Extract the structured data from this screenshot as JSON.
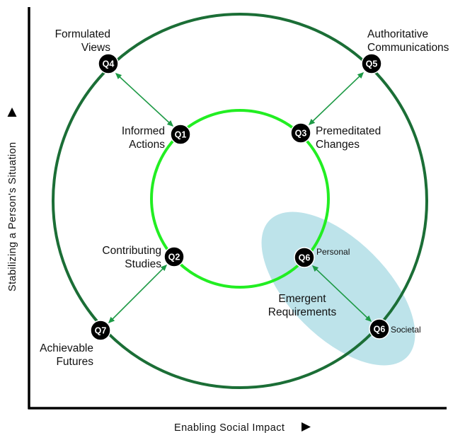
{
  "axes": {
    "x_label": "Enabling Social Impact",
    "y_label": "Stabilizing a Person's Situation",
    "x_arrow_icon": "triangle-right-icon",
    "y_arrow_icon": "triangle-up-icon"
  },
  "colors": {
    "outer_circle": "#1b6e36",
    "inner_circle": "#22ee22",
    "arrow": "#1e9a46",
    "ellipse": "#bde3ea",
    "node": "#000000"
  },
  "nodes": {
    "q1": "Q1",
    "q2": "Q2",
    "q3": "Q3",
    "q4": "Q4",
    "q5": "Q5",
    "q6_personal": "Q6",
    "q6_societal": "Q6",
    "q7": "Q7"
  },
  "labels": {
    "formulated_views": [
      "Formulated",
      "Views"
    ],
    "authoritative_communications": [
      "Authoritative",
      "Communications"
    ],
    "informed_actions": [
      "Informed",
      "Actions"
    ],
    "premeditated_changes": [
      "Premeditated",
      "Changes"
    ],
    "contributing_studies": [
      "Contributing",
      "Studies"
    ],
    "achievable_futures": [
      "Achievable",
      "Futures"
    ],
    "emergent_requirements": [
      "Emergent",
      "Requirements"
    ],
    "personal": "Personal",
    "societal": "Societal"
  }
}
